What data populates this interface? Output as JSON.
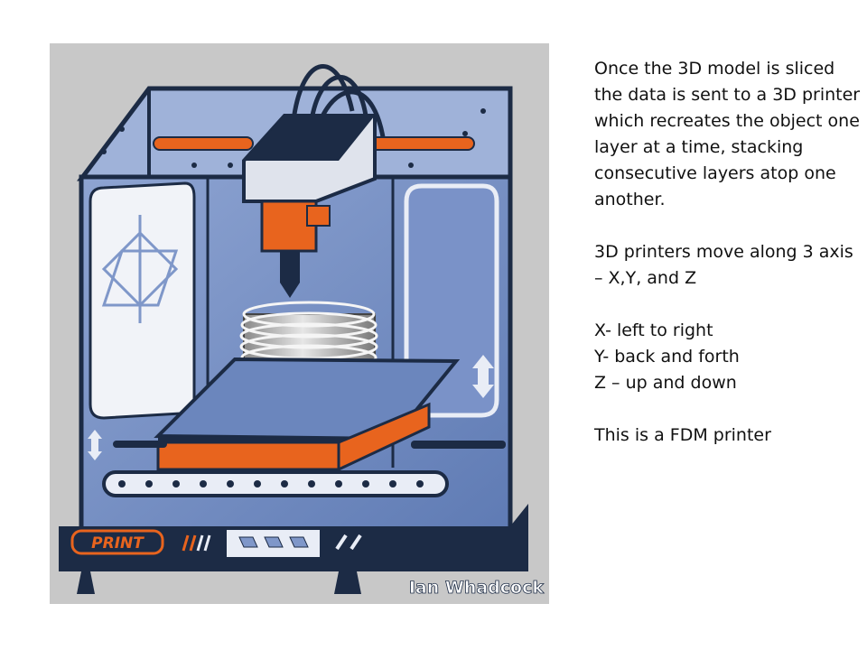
{
  "slide": {
    "paragraph_1": "Once the 3D model is sliced the data is sent to a 3D printer which recreates the object one layer at a time, stacking consecutive layers atop one another.",
    "paragraph_2": "3D printers move along 3 axis – X,Y, and Z",
    "axes": [
      "X- left to right",
      "Y- back and forth",
      "Z – up and down"
    ],
    "paragraph_3": "This is a FDM printer"
  },
  "illustration": {
    "panel_label": "PRINT",
    "credit": "Ian Whadcock",
    "colors": {
      "frame": "#1c2b45",
      "glass": "#6b86bd",
      "accent_orange": "#e8641e",
      "background": "#c8c8c8"
    }
  }
}
